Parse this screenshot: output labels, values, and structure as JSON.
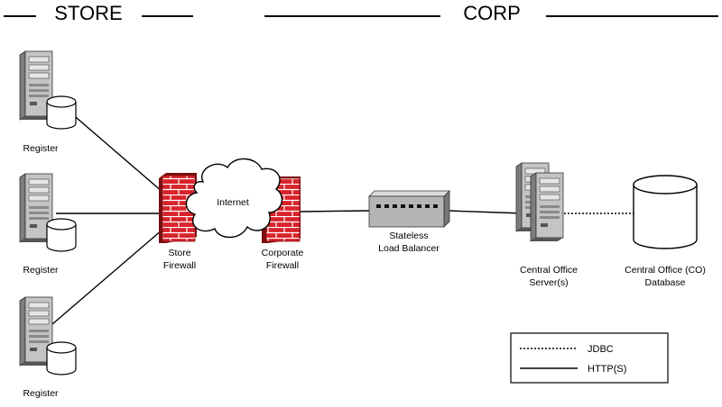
{
  "sections": {
    "store": "STORE",
    "corp": "CORP"
  },
  "nodes": {
    "register_1": "Register",
    "register_2": "Register",
    "register_3": "Register",
    "store_firewall_line1": "Store",
    "store_firewall_line2": "Firewall",
    "internet": "Internet",
    "corporate_firewall_line1": "Corporate",
    "corporate_firewall_line2": "Firewall",
    "load_balancer_line1": "Stateless",
    "load_balancer_line2": "Load Balancer",
    "co_server_line1": "Central Office",
    "co_server_line2": "Server(s)",
    "co_db_line1": "Central Office (CO)",
    "co_db_line2": "Database"
  },
  "legend": {
    "jdbc": "JDBC",
    "http": "HTTP(S)"
  },
  "colors": {
    "firewall_brick": "#d8232a",
    "server_gray": "#bdbdbd",
    "load_balancer_gray": "#b5b5b5"
  },
  "icons": {
    "register": "server-with-disk-icon",
    "firewall": "brick-wall-icon",
    "internet": "cloud-icon",
    "load_balancer": "switch-icon",
    "co_server": "server-cluster-icon",
    "co_db": "database-cylinder-icon"
  }
}
